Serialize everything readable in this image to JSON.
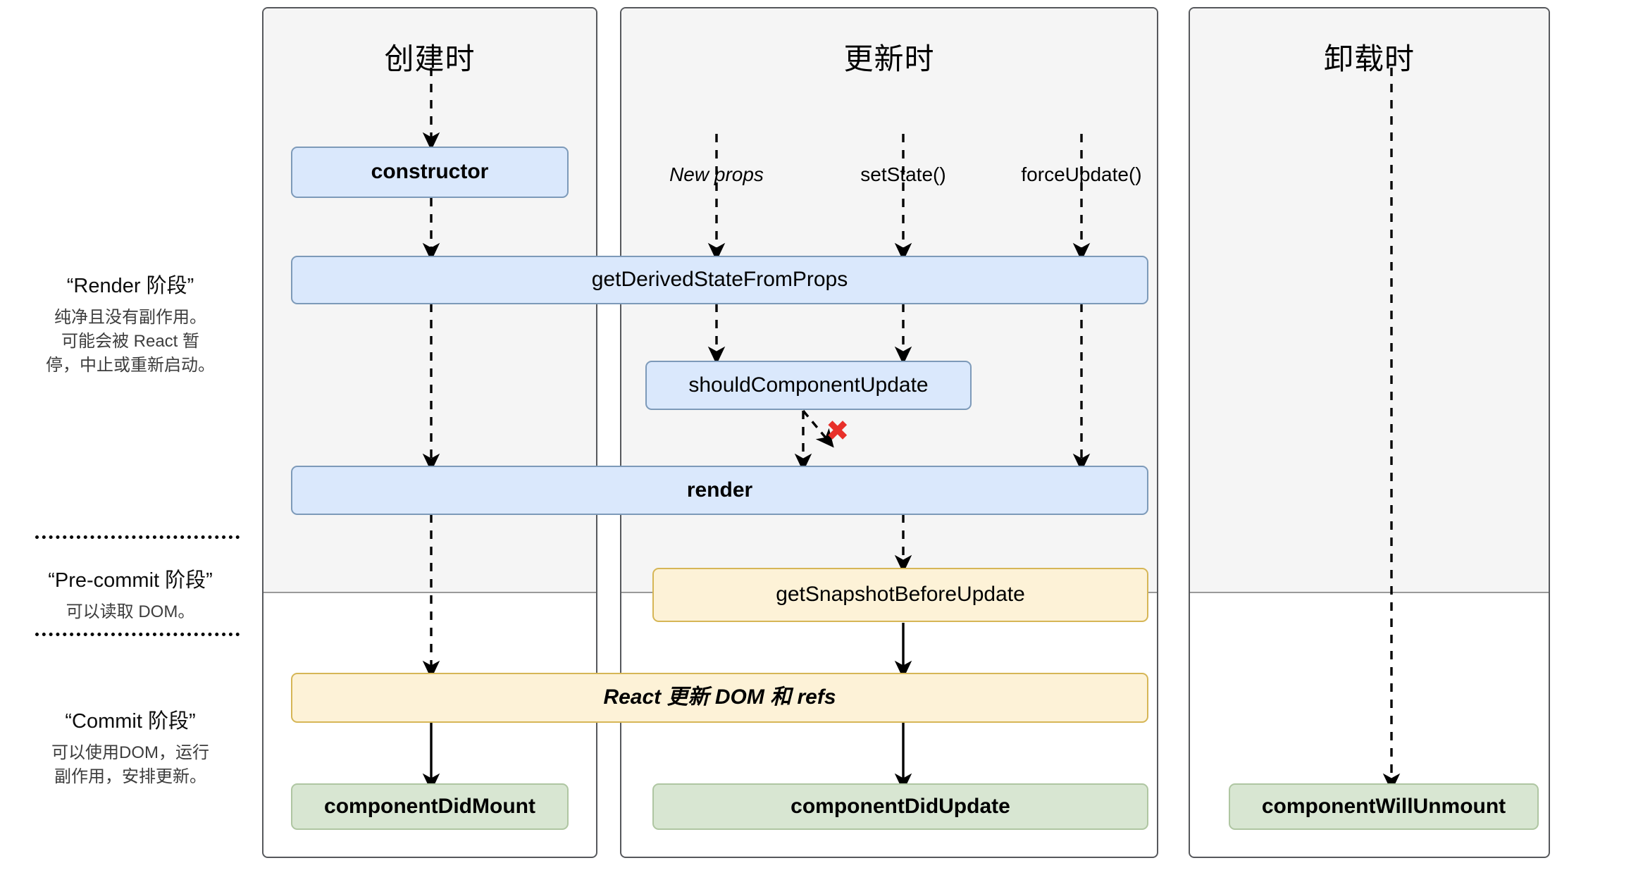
{
  "diagram": {
    "title": "React Component Lifecycle",
    "colors": {
      "blue_fill": "#dae8fc",
      "blue_stroke": "#7d9ab9",
      "yellow_fill": "#fdf2d7",
      "yellow_stroke": "#d6b656",
      "green_fill": "#d8e6d2",
      "green_stroke": "#afc6a2",
      "column_fill_top": "#f5f5f5",
      "column_stroke": "#56585c",
      "x_mark": "#e8302a"
    }
  },
  "columns": [
    {
      "id": "mounting",
      "title": "创建时"
    },
    {
      "id": "updating",
      "title": "更新时"
    },
    {
      "id": "unmounting",
      "title": "卸载时"
    }
  ],
  "phase_labels": [
    {
      "id": "render-phase",
      "heading": "“Render 阶段”",
      "description": "纯净且没有副作用。\n可能会被 React 暂\n停，中止或重新启动。"
    },
    {
      "id": "pre-commit-phase",
      "heading": "“Pre-commit 阶段”",
      "description": "可以读取 DOM。"
    },
    {
      "id": "commit-phase",
      "heading": "“Commit 阶段”",
      "description": "可以使用DOM，运行\n副作用，安排更新。"
    }
  ],
  "triggers": [
    {
      "id": "new-props",
      "label": "New props",
      "style": "italic"
    },
    {
      "id": "set-state",
      "label": "setState()",
      "style": "normal"
    },
    {
      "id": "force-update",
      "label": "forceUpdate()",
      "style": "normal"
    }
  ],
  "nodes": {
    "constructor": {
      "label": "constructor",
      "kind": "blue"
    },
    "get_derived_state_from_props": {
      "label": "getDerivedStateFromProps",
      "kind": "blue"
    },
    "should_component_update": {
      "label": "shouldComponentUpdate",
      "kind": "blue"
    },
    "render": {
      "label": "render",
      "kind": "blue"
    },
    "get_snapshot_before_update": {
      "label": "getSnapshotBeforeUpdate",
      "kind": "yellow"
    },
    "react_updates_dom": {
      "label": "React 更新 DOM 和 refs",
      "kind": "yellow"
    },
    "component_did_mount": {
      "label": "componentDidMount",
      "kind": "green"
    },
    "component_did_update": {
      "label": "componentDidUpdate",
      "kind": "green"
    },
    "component_will_unmount": {
      "label": "componentWillUnmount",
      "kind": "green"
    }
  },
  "annotations": {
    "skip_render_x": "✖"
  }
}
